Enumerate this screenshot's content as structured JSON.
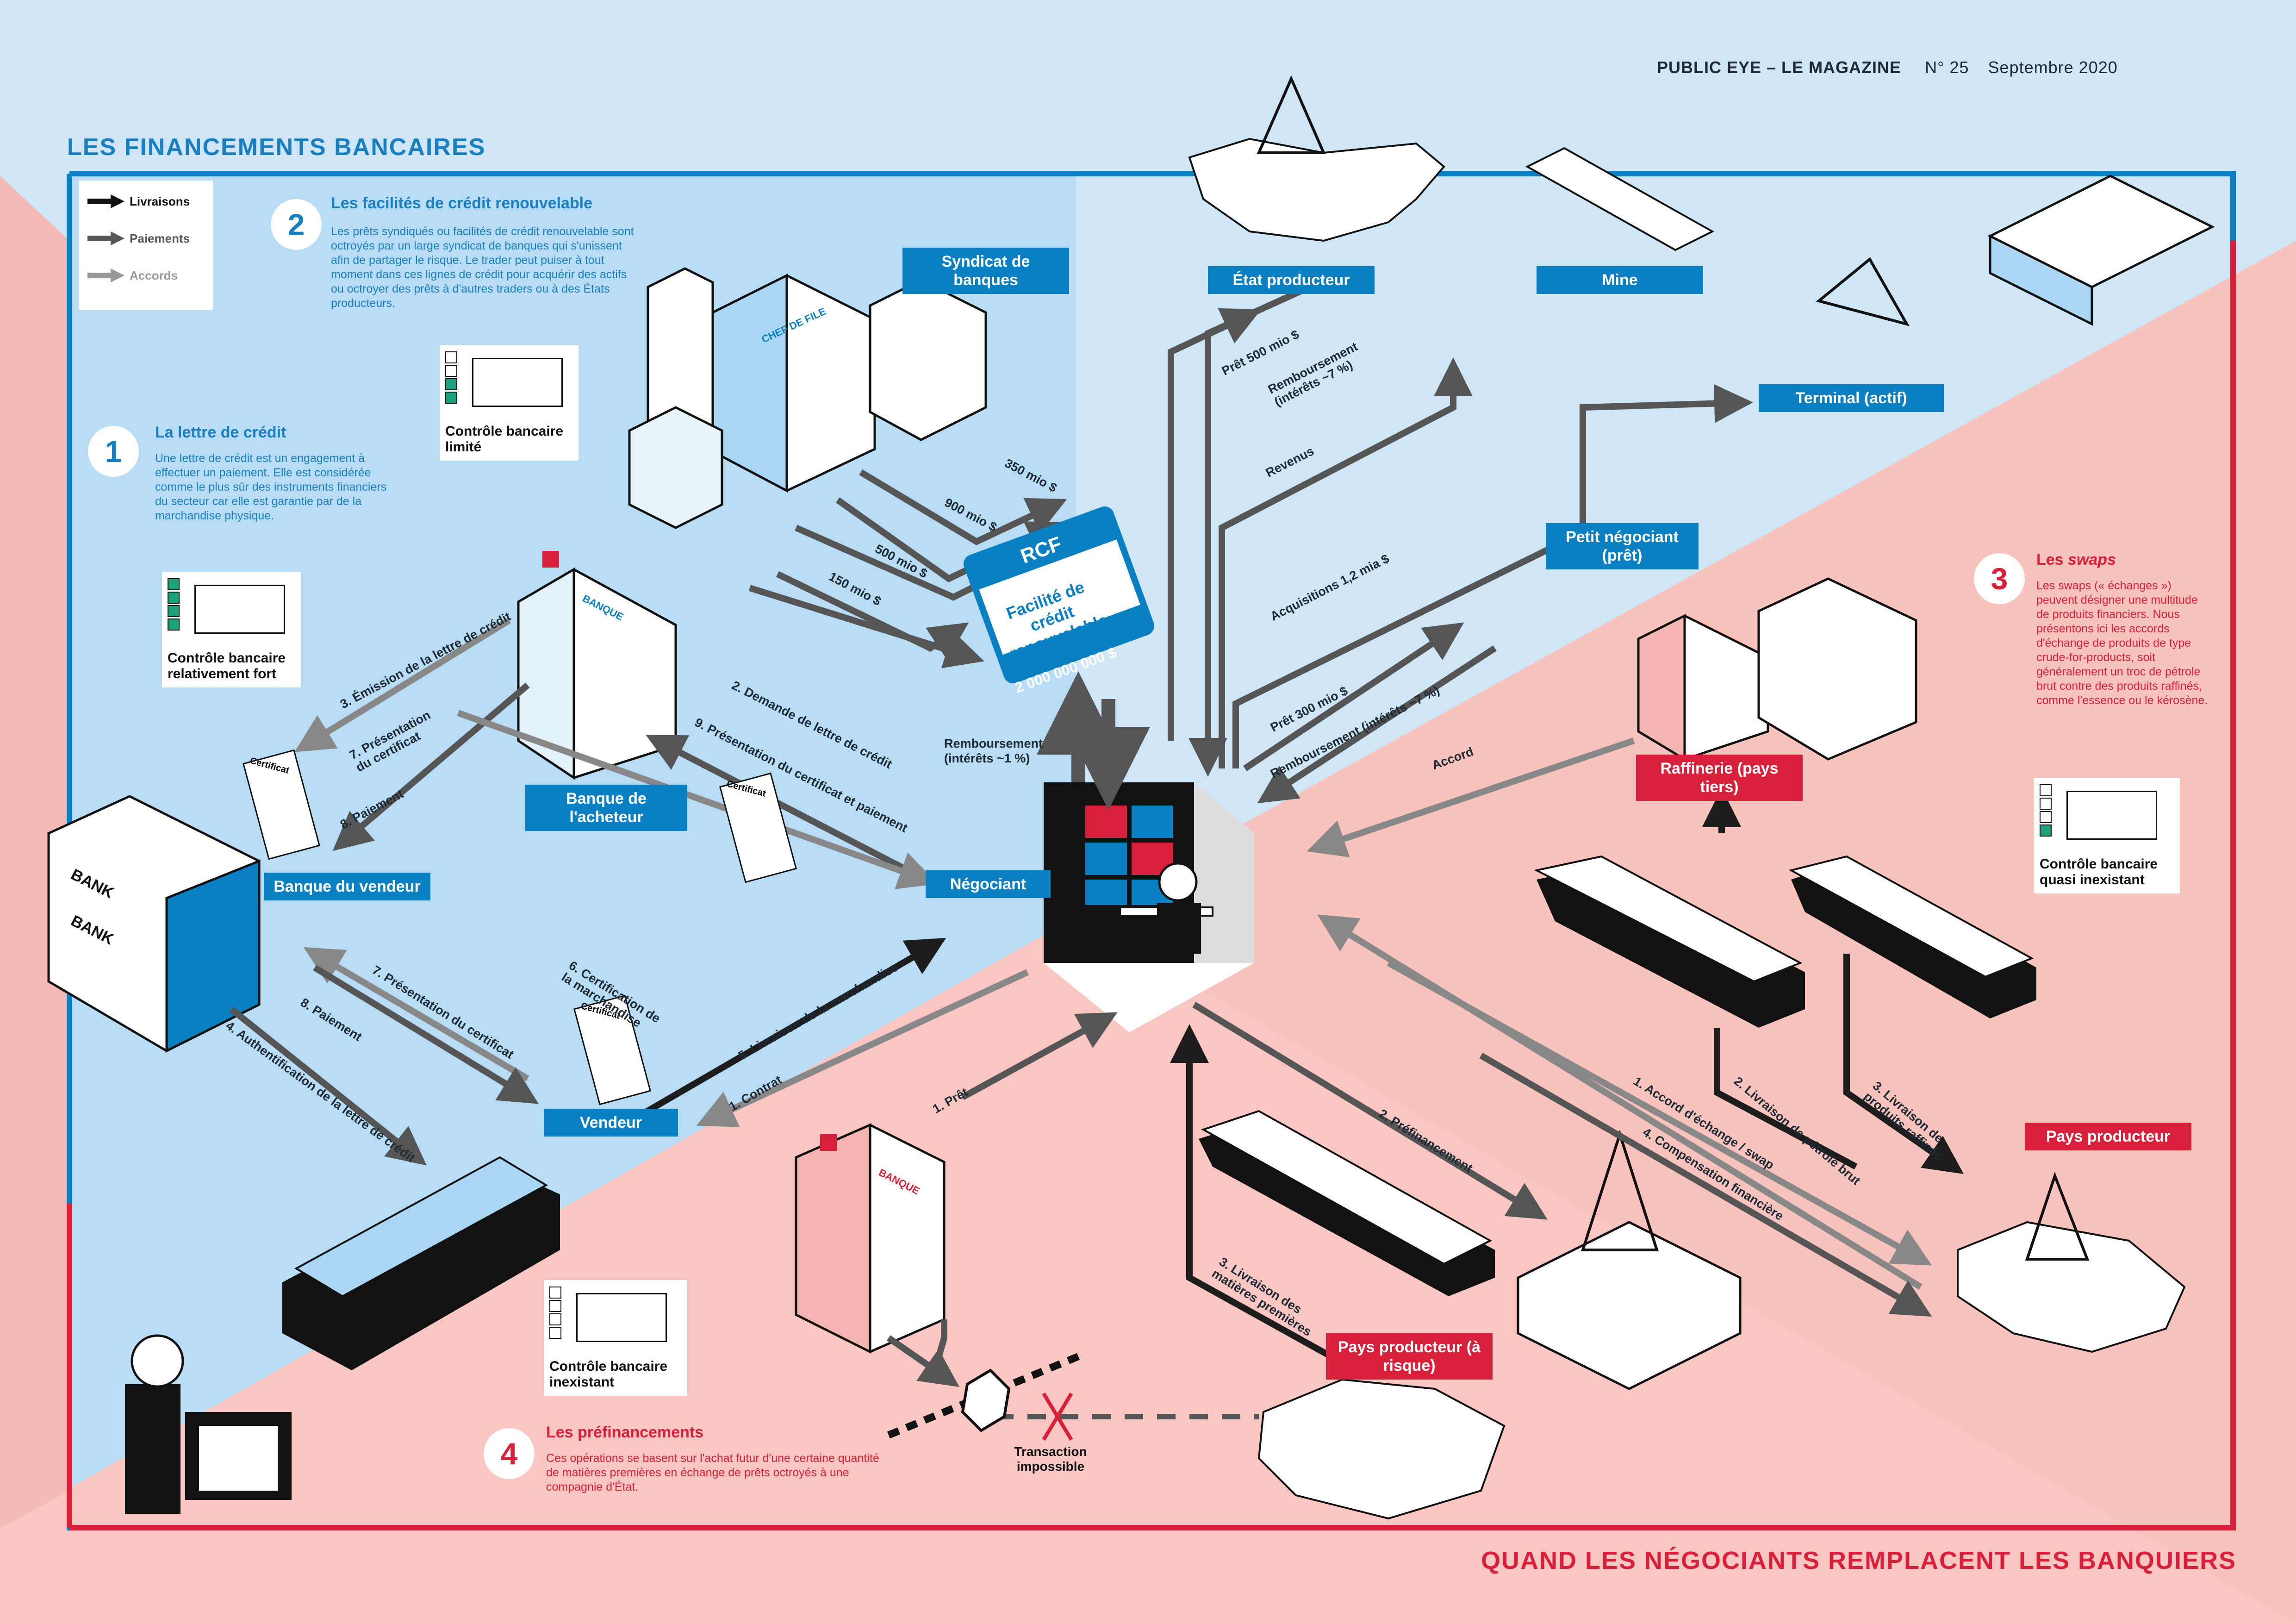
{
  "header": {
    "magazine": "PUBLIC EYE – LE MAGAZINE",
    "issue": "N° 25",
    "date": "Septembre 2020"
  },
  "titles": {
    "left": "LES FINANCEMENTS BANCAIRES",
    "right": "QUAND LES NÉGOCIANTS REMPLACENT LES BANQUIERS"
  },
  "legend": {
    "deliveries": "Livraisons",
    "payments": "Paiements",
    "agreements": "Accords"
  },
  "sections": [
    {
      "number": "1",
      "title": "La lettre de crédit",
      "text": "Une lettre de crédit est un engagement à effectuer un paiement. Elle est considérée comme le plus sûr des instruments financiers du secteur car elle est garantie par de la marchandise physique."
    },
    {
      "number": "2",
      "title": "Les facilités de crédit renouvelable",
      "text": "Les prêts syndiqués ou facilités de crédit renouvelable sont octroyés par un large syndicat de banques qui s'unissent afin de partager le risque. Le trader peut puiser à tout moment dans ces lignes de crédit pour acquérir des actifs ou octroyer des prêts à d'autres traders ou à des États producteurs."
    },
    {
      "number": "3",
      "title_pre": "Les ",
      "title_em": "swaps",
      "text": "Les swaps (« échanges ») peuvent désigner une multitude de produits financiers. Nous présentons ici les accords d'échange de produits de type crude-for-products, soit généralement un troc de pétrole brut contre des produits raffinés, comme l'essence ou le kérosène."
    },
    {
      "number": "4",
      "title": "Les préfinancements",
      "text": "Ces opérations se basent sur l'achat futur d'une certaine quantité de matières premières en échange de prêts octroyés à une compagnie d'État."
    }
  ],
  "controls": {
    "limited": "Contrôle bancaire limité",
    "strong": "Contrôle bancaire relativement fort",
    "almost_none": "Contrôle bancaire quasi inexistant",
    "none": "Contrôle bancaire inexistant"
  },
  "tags": {
    "syndicate": "Syndicat de banques",
    "state": "État producteur",
    "mine": "Mine",
    "terminal": "Terminal (actif)",
    "small_trader": "Petit négociant (prêt)",
    "buyer_bank": "Banque de l'acheteur",
    "seller_bank": "Banque du vendeur",
    "trader": "Négociant",
    "seller": "Vendeur",
    "refinery": "Raffinerie (pays tiers)",
    "producer_country": "Pays producteur",
    "risk_country": "Pays producteur (à risque)"
  },
  "rcf": {
    "abbr": "RCF",
    "title": "Facilité de crédit renouvelable",
    "amount": "2 000 000 000 $"
  },
  "building_signs": {
    "chef_de_file": "CHEF DE FILE",
    "banque": "BANQUE",
    "bank": "BANK",
    "certificat": "Certificat"
  },
  "arrow_labels": {
    "m350": "350 mio $",
    "m900": "900 mio $",
    "m500": "500 mio $",
    "m150": "150 mio $",
    "rcf_repay": "Remboursement (intérêts ~1 %)",
    "loan500": "Prêt 500 mio $",
    "repay7a": "Remboursement (intérêts ~7 %)",
    "revenus": "Revenus",
    "acq": "Acquisitions 1,2 mia $",
    "loan300": "Prêt 300 mio $",
    "repay7b": "Remboursement (intérêts ~7 %)",
    "accord": "Accord",
    "lc3": "3. Émission de la lettre de crédit",
    "lc7a": "7. Présentation du certificat",
    "lc8a": "8. Paiement",
    "lc2": "2. Demande de lettre de crédit",
    "lc9": "9. Présentation du certificat et paiement",
    "lc7b": "7. Présentation du certificat",
    "lc8b": "8. Paiement",
    "lc4": "4. Authentification de la lettre de crédit",
    "lc6": "6. Certification de la marchandise",
    "lc5": "5. Livraison de la marchandise",
    "lc1": "1. Contrat",
    "pf1": "1. Prêt",
    "pf2": "2. Préfinancement",
    "pf3": "3. Livraison des matières premières",
    "sw1": "1. Accord d'échange / swap",
    "sw2": "2. Livraison de pétrole brut",
    "sw3": "3. Livraison de produits raffinés",
    "sw4": "4. Compensation financière"
  },
  "impossible": "Transaction impossible",
  "colors": {
    "blue_dark": "#0a7fc2",
    "blue_bg": "#cfe6f6",
    "blue_panel": "#b8dcf3",
    "red": "#d8203a",
    "pink_bg": "#f9c6c2",
    "pink_light": "#fbd8d4",
    "arrow_dark": "#1d1d1d",
    "arrow_grey": "#5a5a5a"
  }
}
